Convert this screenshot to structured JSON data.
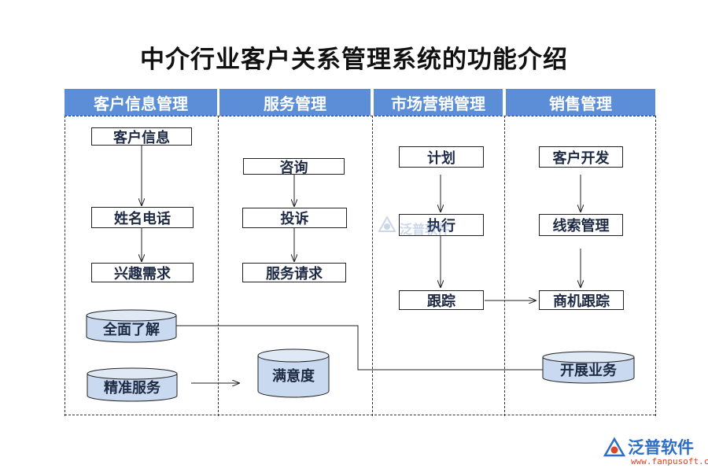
{
  "title": "中介行业客户关系管理系统的功能介绍",
  "columns": [
    "客户信息管理",
    "服务管理",
    "市场营销管理",
    "销售管理"
  ],
  "customer_info": {
    "n1": "客户信息",
    "n2": "姓名电话",
    "n3": "兴趣需求"
  },
  "service": {
    "n1": "咨询",
    "n2": "投诉",
    "n3": "服务请求"
  },
  "marketing": {
    "n1": "计划",
    "n2": "执行",
    "n3": "跟踪"
  },
  "sales": {
    "n1": "客户开发",
    "n2": "线索管理",
    "n3": "商机跟踪"
  },
  "cylinders": {
    "full_understanding": "全面了解",
    "precise_service": "精准服务",
    "satisfaction": "满意度",
    "business_development": "开展业务"
  },
  "watermark": {
    "text": "泛普软件",
    "icon": "fanpu-logo-icon"
  },
  "logo": {
    "name": "泛普软件",
    "url": "www.fanpusoft.com",
    "icon": "fanpu-logo-icon"
  }
}
